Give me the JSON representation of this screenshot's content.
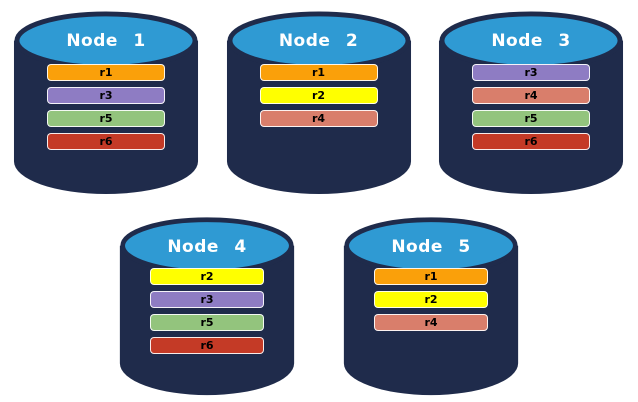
{
  "diagram": {
    "background": "#FFFFFF",
    "node_count": 5
  },
  "colors": {
    "cylinder_body": "#1F2B4B",
    "cylinder_top_fill": "#2F9AD3",
    "cylinder_outline": "#1F2B4B",
    "title_text": "#FFFFFF",
    "bar_text": "#000000",
    "bar_border": "#FFFFFF",
    "replicas": {
      "r1": "#FAA00A",
      "r2": "#FFFF00",
      "r3": "#8E7CC3",
      "r4": "#D97E6B",
      "r5": "#93C47D",
      "r6": "#C43A26"
    }
  },
  "nodes": [
    {
      "label": "Node 1",
      "row": 1,
      "replicas": [
        "r1",
        "r3",
        "r5",
        "r6"
      ]
    },
    {
      "label": "Node 2",
      "row": 1,
      "replicas": [
        "r1",
        "r2",
        "r4"
      ]
    },
    {
      "label": "Node 3",
      "row": 1,
      "replicas": [
        "r3",
        "r4",
        "r5",
        "r6"
      ]
    },
    {
      "label": "Node 4",
      "row": 2,
      "replicas": [
        "r2",
        "r3",
        "r5",
        "r6"
      ]
    },
    {
      "label": "Node 5",
      "row": 2,
      "replicas": [
        "r1",
        "r2",
        "r4"
      ]
    }
  ]
}
